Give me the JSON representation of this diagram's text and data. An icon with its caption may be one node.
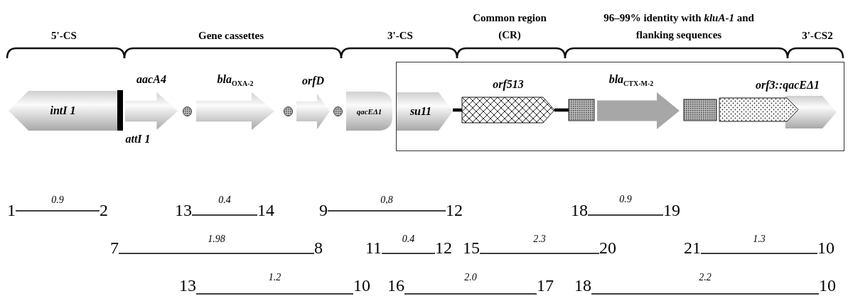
{
  "diagram": {
    "nodes": [
      {
        "text": [
          "intI 1"
        ]
      },
      {
        "text": [
          "attI 1"
        ]
      },
      {
        "text": [
          "aacA4"
        ]
      },
      {
        "text": [],
        "shape": "circle"
      },
      {
        "text": [
          "bla$_{OXA-2}$"
        ]
      },
      {
        "text": [],
        "shape": "circle"
      },
      {
        "text": [
          "orfD"
        ]
      },
      {
        "text": [],
        "shape": "circle"
      },
      {
        "text": [
          "qacEΔ1"
        ]
      },
      {
        "text": [],
        "shape": "box"
      },
      {
        "text": [
          "su11"
        ],
        "in": 9
      },
      {
        "text": [
          "orf513"
        ],
        "in": 9
      },
      {
        "text": [],
        "shape": "box",
        "in": 9
      },
      {
        "text": [
          "bla$_{CTX-M-2}$"
        ],
        "in": 9
      },
      {
        "text": [],
        "shape": "box",
        "in": 9
      },
      {
        "text": [
          "orf3::qacEΔ1"
        ],
        "in": 9
      },
      {
        "text": [],
        "shape": "arrow",
        "in": 9
      },
      {
        "text": [
          "1"
        ]
      },
      {
        "text": [
          "2"
        ]
      },
      {
        "text": [
          "13"
        ]
      },
      {
        "text": [
          "14"
        ]
      },
      {
        "text": [
          "9"
        ]
      },
      {
        "text": [
          "12"
        ]
      },
      {
        "text": [
          "18"
        ]
      },
      {
        "text": [
          "19"
        ]
      },
      {
        "text": [
          "7"
        ]
      },
      {
        "text": [
          "8"
        ]
      },
      {
        "text": [
          "11"
        ]
      },
      {
        "text": [
          "12"
        ]
      },
      {
        "text": [
          "15"
        ]
      },
      {
        "text": [
          "20"
        ]
      },
      {
        "text": [
          "21"
        ]
      },
      {
        "text": [
          "10"
        ]
      },
      {
        "text": [
          "13"
        ]
      },
      {
        "text": [
          "10"
        ]
      },
      {
        "text": [
          "16"
        ]
      },
      {
        "text": [
          "17"
        ]
      },
      {
        "text": [
          "18"
        ]
      },
      {
        "text": [
          "10"
        ]
      }
    ],
    "edges": [
      {
        "from": 10,
        "to": 11,
        "arrow": "none",
        "style": "thick"
      },
      {
        "from": 11,
        "to": 12,
        "arrow": "none",
        "style": "thick"
      },
      {
        "from": 17,
        "to": 18,
        "arrow": "none",
        "label": "0.9"
      },
      {
        "from": 19,
        "to": 20,
        "arrow": "none",
        "label": "0.4"
      },
      {
        "from": 21,
        "to": 22,
        "arrow": "none",
        "label": "0,8"
      },
      {
        "from": 23,
        "to": 24,
        "arrow": "none",
        "label": "0.9"
      },
      {
        "from": 25,
        "to": 26,
        "arrow": "none",
        "label": "1.98"
      },
      {
        "from": 27,
        "to": 28,
        "arrow": "none",
        "label": "0.4"
      },
      {
        "from": 29,
        "to": 30,
        "arrow": "none",
        "label": "2.3"
      },
      {
        "from": 31,
        "to": 32,
        "arrow": "none",
        "label": "1.3"
      },
      {
        "from": 33,
        "to": 34,
        "arrow": "none",
        "label": "1.2"
      },
      {
        "from": 35,
        "to": 36,
        "arrow": "none",
        "label": "2.0"
      },
      {
        "from": 37,
        "to": 38,
        "arrow": "none",
        "label": "2.2"
      }
    ],
    "labels": [
      "5'-CS",
      "Gene cassettes",
      "3'-CS",
      "Common region (CR)",
      "96–99% identity with *kluA-1* and flanking sequences",
      "3'-CS2"
    ]
  }
}
